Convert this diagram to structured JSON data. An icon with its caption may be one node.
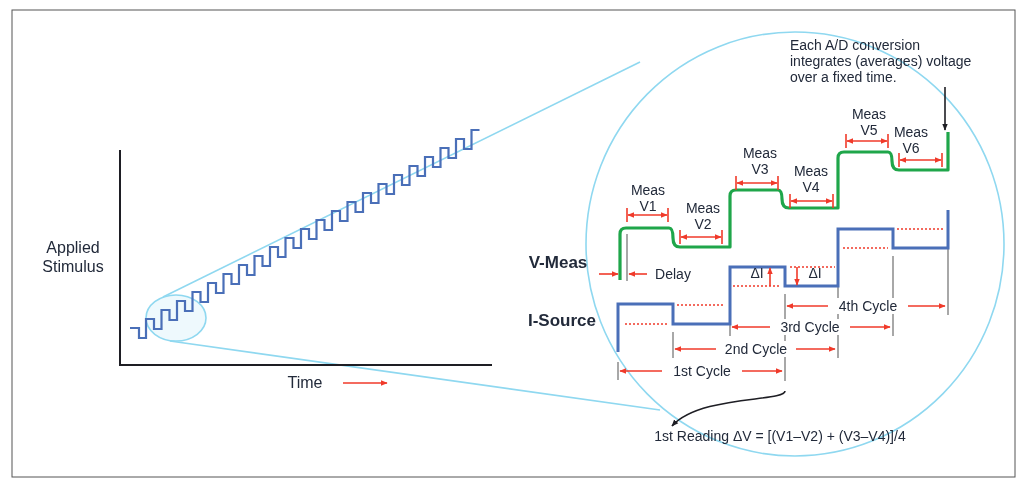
{
  "diagram": {
    "nodes": [
      {
        "text": [
          "Each A/D conversion integrates (averages) voltage over a fixed time."
        ]
      },
      {
        "text": [
          "1st Reading ΔV = [(V1–V2) + (V3–V4)]/4"
        ]
      },
      {
        "text": [],
        "shape": "picture"
      }
    ],
    "edges": [
      {
        "from": 0,
        "to": 2,
        "arrow": "to"
      },
      {
        "from": null,
        "to": 1,
        "arrow": "to"
      }
    ],
    "labels": [
      "Meas V5",
      "Meas V6",
      "Meas V3",
      "Meas V4",
      "Meas V1",
      "Meas V2",
      "V-Meas",
      "Delay",
      "ΔI",
      "ΔI",
      "Applied Stimulus",
      "4th Cycle",
      "I-Source",
      "3rd Cycle",
      "2nd Cycle",
      "1st Cycle",
      "Time"
    ]
  }
}
